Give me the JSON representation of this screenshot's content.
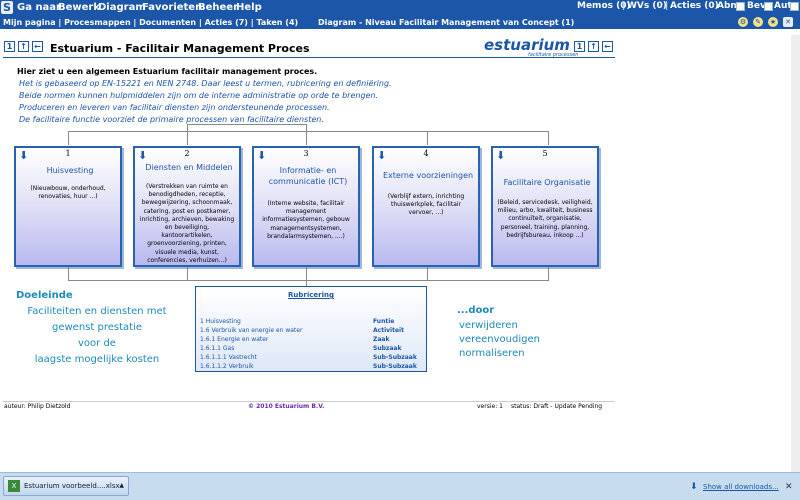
{
  "menubar": {
    "items": [
      "Ga naar",
      "Bewerk",
      "Diagram",
      "Favorieten",
      "Beheer",
      "Help"
    ],
    "memos": "Memos (0)",
    "wvs": "WVs (0)",
    "acties": "Acties (0)",
    "abn": "Abn",
    "bev": "Bev",
    "aut": "Aut"
  },
  "navbar": {
    "links": "Mijn pagina | Procesmappen | Documenten | Acties (7) | Taken (4)",
    "diagram_title": "Diagram - Niveau Facilitair Management van Concept (1)"
  },
  "document": {
    "title": "Estuarium - Facilitair Management Proces",
    "brand": "estuarium",
    "brand_sub": "facilitaire processen",
    "intro_heading": "Hier ziet u een algemeen Estuarium facilitair management proces.",
    "intro_lines": [
      "Het is gebaseerd op EN-15221 en NEN 2748. Daar leest u termen, rubricering en definiëring.",
      "Beide normen kunnen hulpmiddelen zijn om de interne administratie op orde te brengen.",
      "Produceren en leveren van facilitair diensten zijn ondersteunende processen.",
      "De facilitaire functie voorziet de primaire processen van facilitaire diensten."
    ]
  },
  "boxes": [
    {
      "num": "1",
      "title": "Huisvesting",
      "body": "(Nieuwbouw, onderhoud, renovaties, huur ...)"
    },
    {
      "num": "2",
      "title": "Diensten en Middelen",
      "body": "(Verstrekken van ruimte en benodigdheden, receptie, bewegwijzering, schoonmaak, catering, post en postkamer, inrichting, archieven, bewaking en beveiliging, kantoorartikelen, groenvoorziening, printen, visuele media, kunst, conferencies, verhuizen...)"
    },
    {
      "num": "3",
      "title": "Informatie- en communicatie (ICT)",
      "body": "(Interne website, facilitair management informatiesystemen, gebouw managementsystemen, brandalarmsystemen, ....)"
    },
    {
      "num": "4",
      "title": "Externe voorzieningen",
      "body": "(Verblijf extern, inrichting thuiswerkplek, facilitair vervoer, ...)"
    },
    {
      "num": "5",
      "title": "Facilitaire Organisatie",
      "body": "(Beleid, servicedesk, veiligheid, milieu, arbo, kwaliteit, business continuïteit, organisatie, personeel, training, planning, bedrijfsbureau, inkoop ...)"
    }
  ],
  "doel": {
    "heading": "Doeleinde",
    "lines": [
      "Faciliteiten en diensten met",
      "gewenst prestatie",
      "voor de",
      "laagste mogelijke kosten"
    ]
  },
  "rubricering": {
    "heading": "Rubricering",
    "rows": [
      {
        "left": "1  Huisvesting",
        "right": "Funtie"
      },
      {
        "left": "1.6   Verbruik van energie en water",
        "right": "Activiteit"
      },
      {
        "left": "1.6.1   Energie en water",
        "right": "Zaak"
      },
      {
        "left": "1.6.1.1   Gas",
        "right": "Subzaak"
      },
      {
        "left": "1.6.1.1.1  Vastrecht",
        "right": "Sub-Subzaak"
      },
      {
        "left": "1.6.1.1.2  Verbruik",
        "right": "Sub-Subzaak"
      }
    ]
  },
  "door": {
    "heading": "...door",
    "lines": [
      "verwijderen",
      "vereenvoudigen",
      "normaliseren"
    ]
  },
  "footer": {
    "author": "auteur: Philip Dietzold",
    "copyright": "© 2010 Estuarium B.V.",
    "version": "versie: 1",
    "status": "status: Draft - Update Pending"
  },
  "downloads": {
    "item": "Estuarium voorbeeld....xlsx",
    "show_all": "Show all downloads..."
  }
}
